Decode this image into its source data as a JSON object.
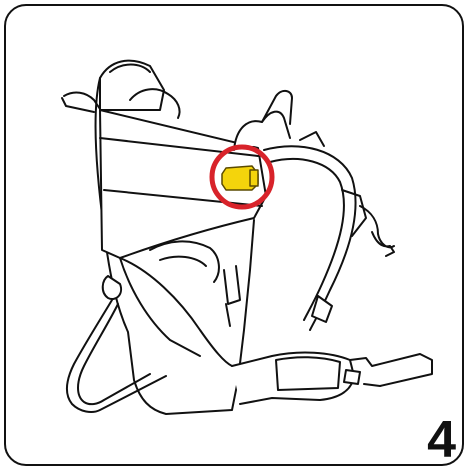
{
  "step_number": "4",
  "colors": {
    "outline": "#111111",
    "highlight_circle": "#d8232a",
    "buckle_fill": "#f4d40c",
    "background": "#ffffff"
  },
  "icons": [
    "baby-carrier-illustration",
    "buckle-icon",
    "highlight-circle"
  ]
}
